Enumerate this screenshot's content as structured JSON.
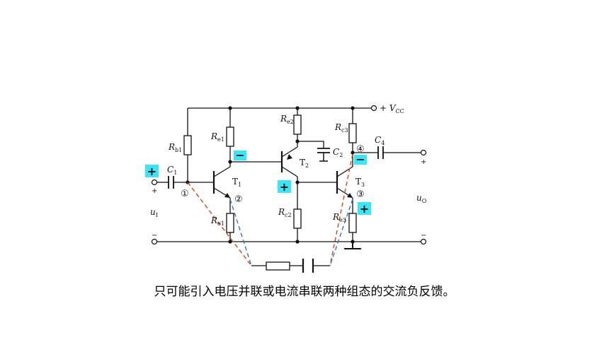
{
  "components": {
    "vcc": "+ V",
    "vcc_sub": "CC",
    "rb1": "R",
    "rb1_sub": "b1",
    "re1": "R",
    "re1_sub": "e1",
    "re2": "R",
    "re2_sub": "e2",
    "rc3": "R",
    "rc3_sub": "c3",
    "rc2": "R",
    "rc2_sub": "c2",
    "re1b": "R",
    "re1b_sub": "e1",
    "re3": "R",
    "re3_sub": "e3",
    "c1": "C",
    "c1_sub": "1",
    "c2": "C",
    "c2_sub": "2",
    "c4": "C",
    "c4_sub": "4",
    "t1": "T",
    "t1_sub": "1",
    "t2": "T",
    "t2_sub": "2",
    "t3": "T",
    "t3_sub": "3"
  },
  "signals": {
    "ui": "u",
    "ui_sub": "I",
    "uo": "u",
    "uo_sub": "O",
    "in_plus": "+",
    "in_minus": "−",
    "out_plus": "+",
    "out_minus": "−"
  },
  "nodes": [
    "①",
    "②",
    "③",
    "④"
  ],
  "polarity_marks": [
    "+",
    "−",
    "+",
    "−",
    "+"
  ],
  "caption": "只可能引入电压并联或电流串联两种组态的交流负反馈。",
  "colors": {
    "marker": "#39e6f5",
    "feedback_red": "#e8401c",
    "feedback_blue": "#3a6fd8"
  }
}
